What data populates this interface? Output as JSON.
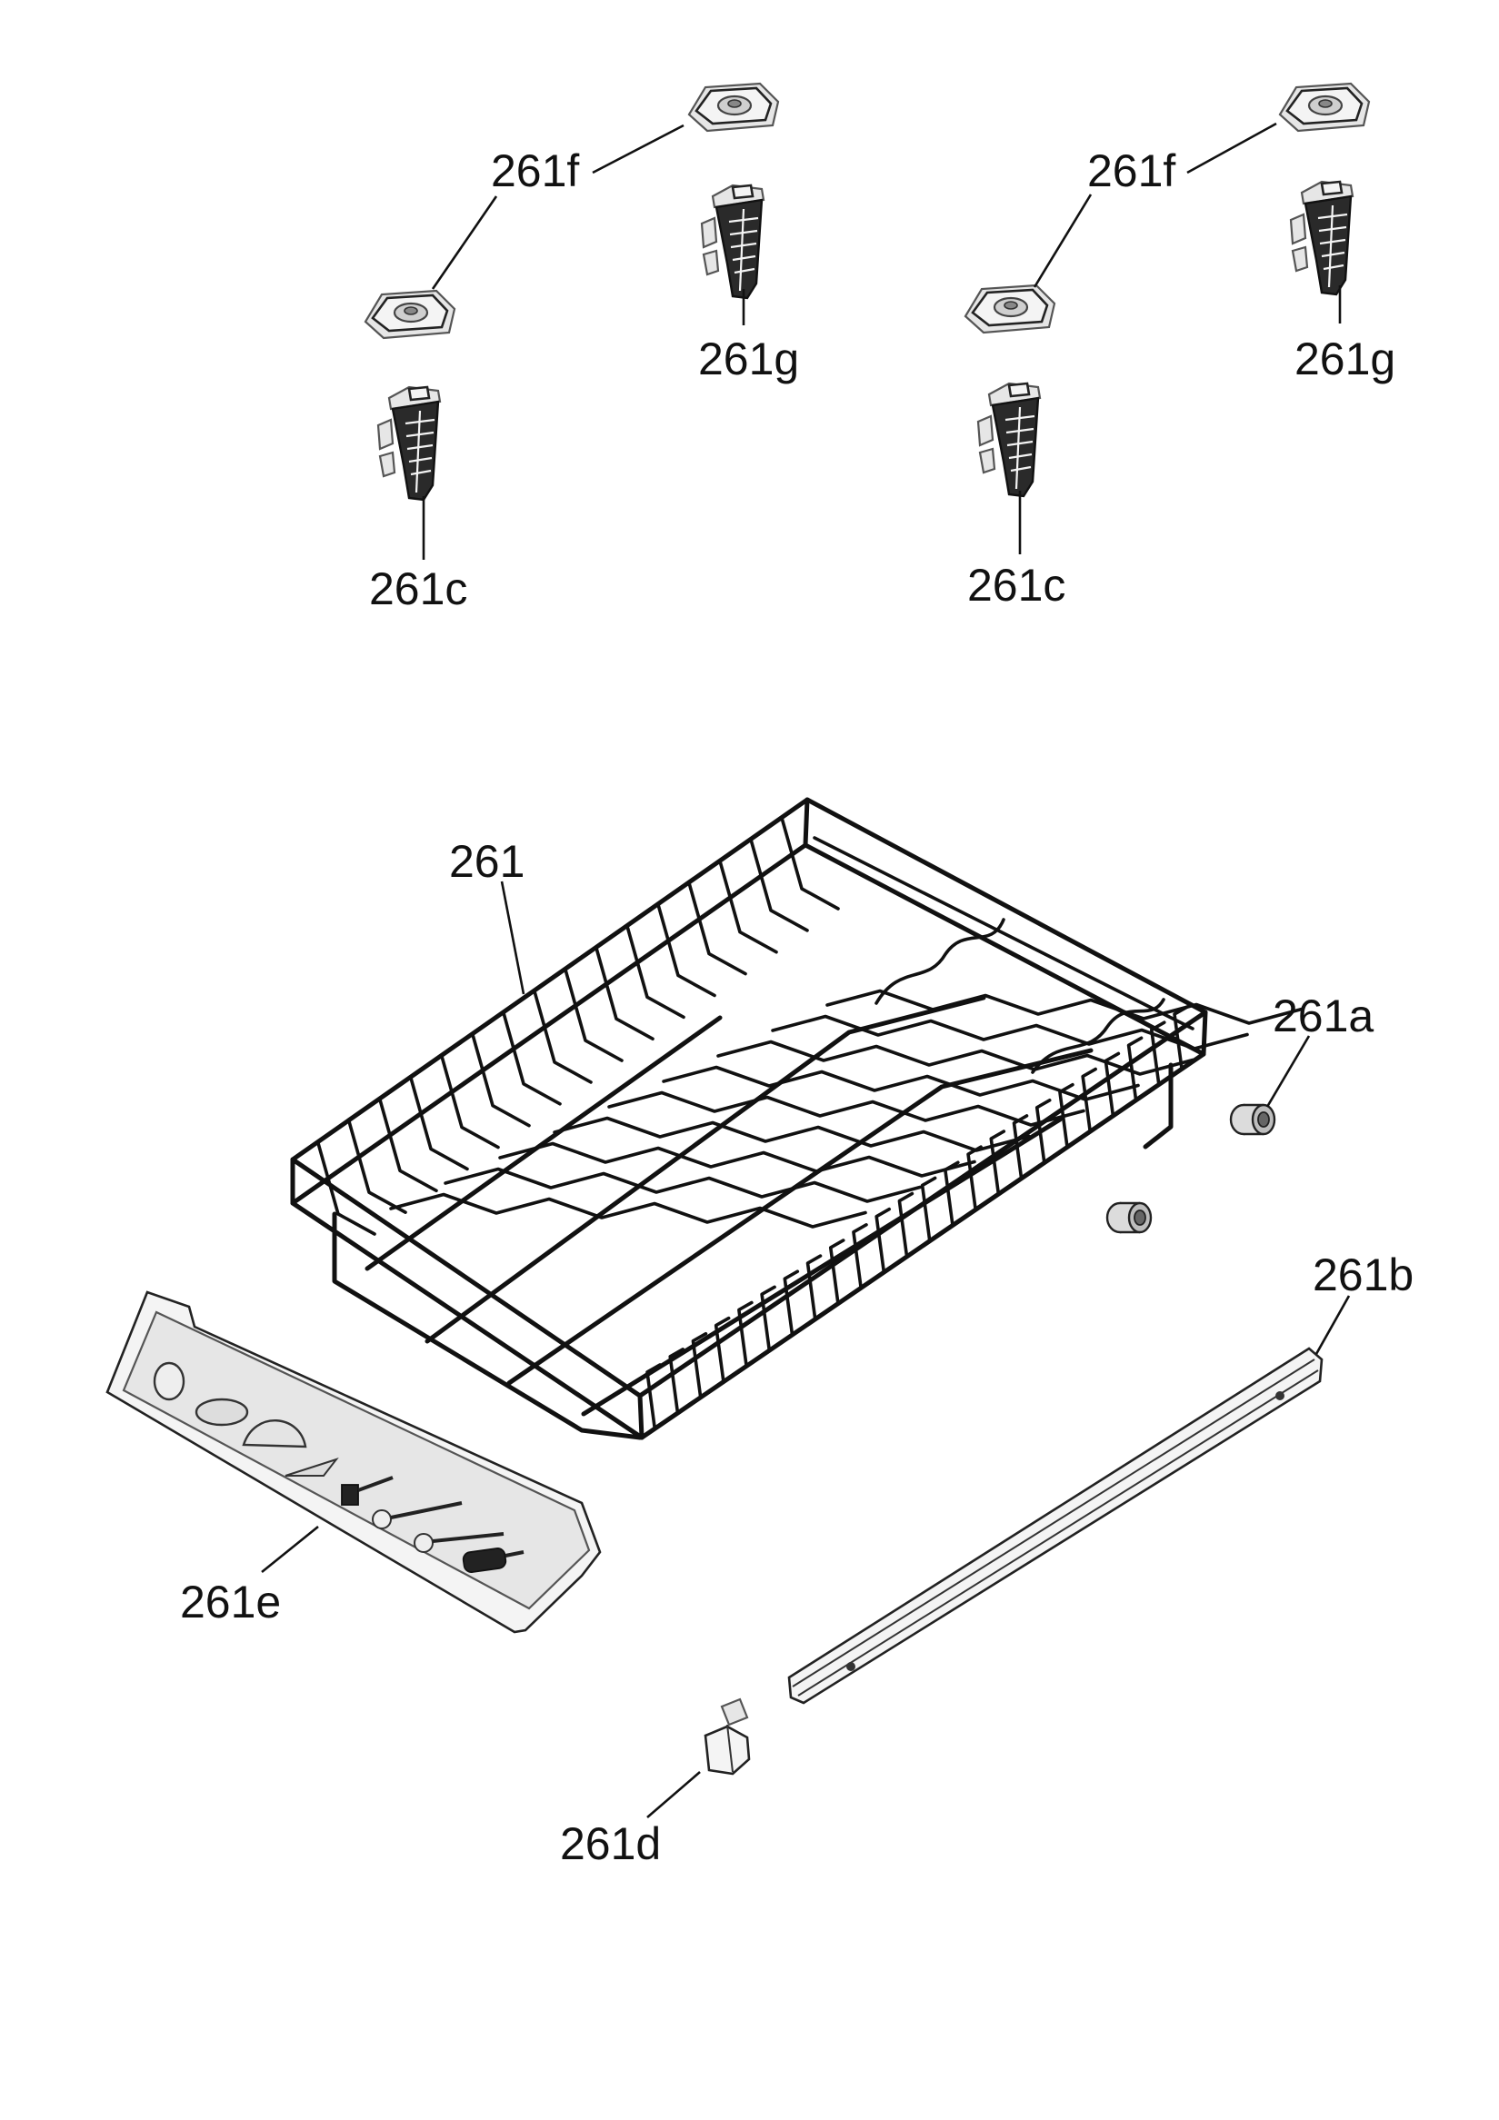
{
  "diagram": {
    "labels": {
      "clip_top_left": "261f",
      "clip_top_right": "261f",
      "holder_top_left": "261g",
      "holder_top_right": "261g",
      "holder_bottom_left": "261c",
      "holder_bottom_right": "261c",
      "basket": "261",
      "wheel": "261a",
      "rail": "261b",
      "handle": "261e",
      "stopper": "261d"
    }
  }
}
